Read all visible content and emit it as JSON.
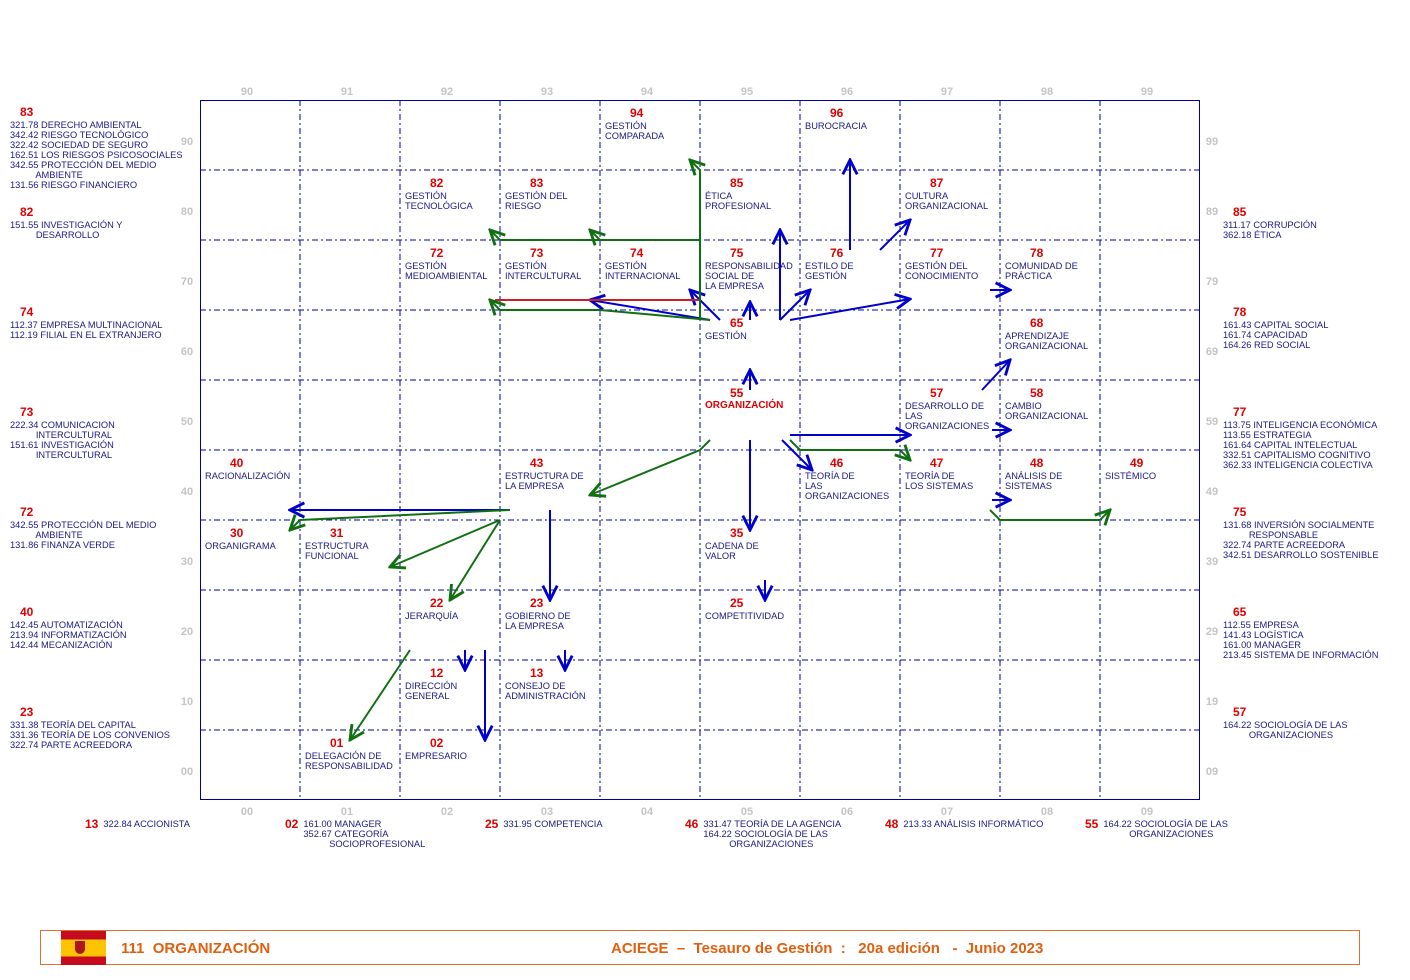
{
  "top_axis": [
    "90",
    "91",
    "92",
    "93",
    "94",
    "95",
    "96",
    "97",
    "98",
    "99"
  ],
  "bottom_axis": [
    "00",
    "01",
    "02",
    "03",
    "04",
    "05",
    "06",
    "07",
    "08",
    "09"
  ],
  "left_axis": [
    "90",
    "80",
    "70",
    "60",
    "50",
    "40",
    "30",
    "20",
    "10",
    "00"
  ],
  "right_axis": [
    "99",
    "89",
    "79",
    "69",
    "59",
    "49",
    "39",
    "29",
    "19",
    "09"
  ],
  "cells": [
    {
      "code": "94",
      "label": "GESTIÓN\nCOMPARADA"
    },
    {
      "code": "96",
      "label": "BUROCRACIA"
    },
    {
      "code": "82",
      "label": "GESTIÓN\nTECNOLÓGICA"
    },
    {
      "code": "83",
      "label": "GESTIÓN DEL\nRIESGO"
    },
    {
      "code": "85",
      "label": "ÉTICA\nPROFESIONAL"
    },
    {
      "code": "87",
      "label": "CULTURA\nORGANIZACIONAL"
    },
    {
      "code": "72",
      "label": "GESTIÓN\nMEDIOAMBIENTAL"
    },
    {
      "code": "73",
      "label": "GESTIÓN\nINTERCULTURAL"
    },
    {
      "code": "74",
      "label": "GESTIÓN\nINTERNACIONAL"
    },
    {
      "code": "75",
      "label": "RESPONSABILIDAD\nSOCIAL DE\nLA EMPRESA"
    },
    {
      "code": "76",
      "label": "ESTILO DE\nGESTIÓN"
    },
    {
      "code": "77",
      "label": "GESTIÓN DEL\nCONOCIMIENTO"
    },
    {
      "code": "78",
      "label": "COMUNIDAD DE\nPRÁCTICA"
    },
    {
      "code": "65",
      "label": "GESTIÓN"
    },
    {
      "code": "68",
      "label": "APRENDIZAJE\nORGANIZACIONAL"
    },
    {
      "code": "55",
      "label": "ORGANIZACIÓN",
      "focus": true
    },
    {
      "code": "57",
      "label": "DESARROLLO DE\nLAS\nORGANIZACIONES"
    },
    {
      "code": "58",
      "label": "CAMBIO\nORGANIZACIONAL"
    },
    {
      "code": "40",
      "label": "RACIONALIZACIÓN"
    },
    {
      "code": "43",
      "label": "ESTRUCTURA DE\nLA EMPRESA"
    },
    {
      "code": "46",
      "label": "TEORÍA DE\nLAS\nORGANIZACIONES"
    },
    {
      "code": "47",
      "label": "TEORÍA DE\nLOS SISTEMAS"
    },
    {
      "code": "48",
      "label": "ANÁLISIS DE\nSISTEMAS"
    },
    {
      "code": "49",
      "label": "SISTÉMICO"
    },
    {
      "code": "30",
      "label": "ORGANIGRAMA"
    },
    {
      "code": "31",
      "label": "ESTRUCTURA\nFUNCIONAL"
    },
    {
      "code": "35",
      "label": "CADENA DE\nVALOR"
    },
    {
      "code": "22",
      "label": "JERARQUÍA"
    },
    {
      "code": "23",
      "label": "GOBIERNO DE\nLA EMPRESA"
    },
    {
      "code": "25",
      "label": "COMPETITIVIDAD"
    },
    {
      "code": "12",
      "label": "DIRECCIÓN\nGENERAL"
    },
    {
      "code": "13",
      "label": "CONSEJO DE\nADMINISTRACIÓN"
    },
    {
      "code": "01",
      "label": "DELEGACIÓN DE\nRESPONSABILIDAD"
    },
    {
      "code": "02",
      "label": "EMPRESARIO"
    }
  ],
  "left_notes": [
    {
      "code": "83",
      "lines": [
        "321.78 DERECHO AMBIENTAL",
        "342.42 RIESGO TECNOLÓGICO",
        "322.42 SOCIEDAD DE SEGURO",
        "162.51 LOS RIESGOS PSICOSOCIALES",
        "342.55 PROTECCIÓN DEL MEDIO",
        "          AMBIENTE",
        "131.56 RIESGO FINANCIERO"
      ]
    },
    {
      "code": "82",
      "lines": [
        "151.55 INVESTIGACIÓN Y",
        "          DESARROLLO"
      ]
    },
    {
      "code": "74",
      "lines": [
        "112.37 EMPRESA MULTINACIONAL",
        "112.19 FILIAL EN EL EXTRANJERO"
      ]
    },
    {
      "code": "73",
      "lines": [
        "222.34 COMUNICACION",
        "          INTERCULTURAL",
        "151.61 INVESTIGACIÓN",
        "          INTERCULTURAL"
      ]
    },
    {
      "code": "72",
      "lines": [
        "342.55 PROTECCIÓN DEL MEDIO",
        "          AMBIENTE",
        "131.86 FINANZA VERDE"
      ]
    },
    {
      "code": "40",
      "lines": [
        "142.45 AUTOMATIZACIÓN",
        "213.94 INFORMATIZACIÓN",
        "142.44 MECANIZACIÓN"
      ]
    },
    {
      "code": "23",
      "lines": [
        "331.38 TEORÍA DEL CAPITAL",
        "331.36 TEORÍA DE LOS CONVENIOS",
        "322.74 PARTE ACREEDORA"
      ]
    }
  ],
  "right_notes": [
    {
      "code": "85",
      "lines": [
        "311.17 CORRUPCIÓN",
        "362.18 ÉTICA"
      ]
    },
    {
      "code": "78",
      "lines": [
        "161.43 CAPITAL SOCIAL",
        "161.74 CAPACIDAD",
        "164.26 RED SOCIAL"
      ]
    },
    {
      "code": "77",
      "lines": [
        "113.75 INTELIGENCIA ECONÓMICA",
        "113.55 ESTRATEGIA",
        "161.64 CAPITAL INTELECTUAL",
        "332.51 CAPITALISMO COGNITIVO",
        "362.33 INTELIGENCIA COLECTIVA"
      ]
    },
    {
      "code": "75",
      "lines": [
        "131.68 INVERSIÓN SOCIALMENTE",
        "          RESPONSABLE",
        "322.74 PARTE ACREEDORA",
        "342.51 DESARROLLO SOSTENIBLE"
      ]
    },
    {
      "code": "65",
      "lines": [
        "112.55 EMPRESA",
        "141.43 LOGÍSTICA",
        "161.00 MANAGER",
        "213.45 SISTEMA DE INFORMACIÓN"
      ]
    },
    {
      "code": "57",
      "lines": [
        "164.22 SOCIOLOGÍA DE LAS",
        "          ORGANIZACIONES"
      ]
    }
  ],
  "bottom_notes": [
    {
      "code": "13",
      "lines": [
        "322.84 ACCIONISTA"
      ]
    },
    {
      "code": "02",
      "lines": [
        "161.00 MANAGER",
        "352.67 CATEGORÍA",
        "          SOCIOPROFESIONAL"
      ]
    },
    {
      "code": "25",
      "lines": [
        "331.95 COMPETENCIA"
      ]
    },
    {
      "code": "46",
      "lines": [
        "331.47 TEORÍA DE LA AGENCIA",
        "164.22 SOCIOLOGÍA DE LAS",
        "          ORGANIZACIONES"
      ]
    },
    {
      "code": "48",
      "lines": [
        "213.33 ANÁLISIS INFORMÁTICO"
      ]
    },
    {
      "code": "55",
      "lines": [
        "164.22 SOCIOLOGÍA DE LAS",
        "          ORGANIZACIONES"
      ]
    }
  ],
  "footer": {
    "section": "111  ORGANIZACIÓN",
    "title": "ACIEGE  –  Tesauro de Gestión  :   20a edición   -  Junio 2023"
  },
  "colors": {
    "grid": "#0000a0",
    "blue_arrow": "#0000cc",
    "green_arrow": "#107010",
    "red_line": "#cc2020",
    "accent": "#e06010"
  }
}
